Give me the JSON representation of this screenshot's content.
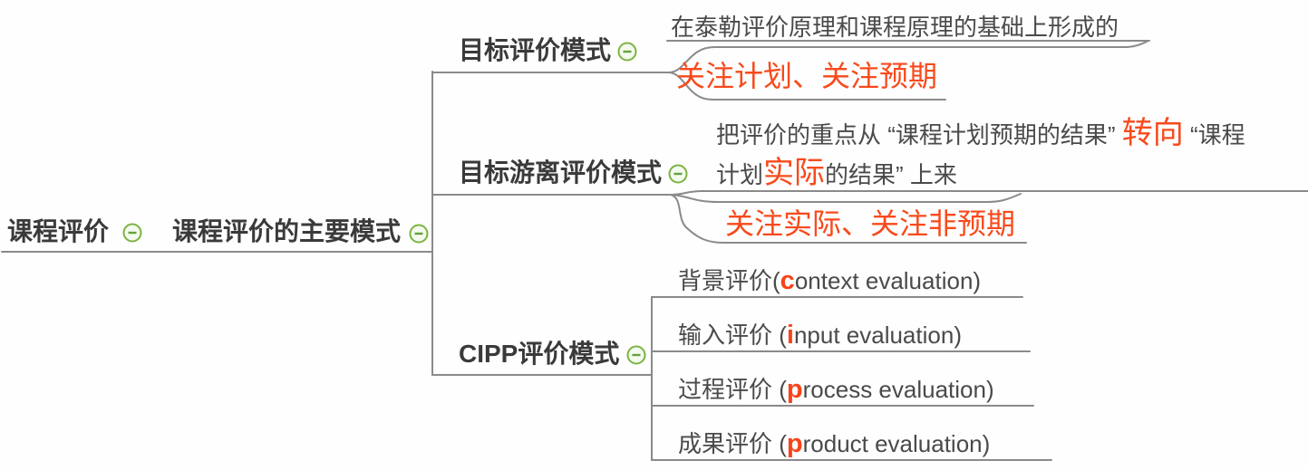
{
  "palette": {
    "accent_red": "#f84a1c",
    "line_gray": "#8a8a8a",
    "icon_green_ring": "#7cb342",
    "icon_green_minus": "#63a33a",
    "title_text": "#3a3a3a",
    "body_text": "#4a4a4a"
  },
  "root": {
    "label": "课程评价"
  },
  "main_topic": {
    "label": "课程评价的主要模式"
  },
  "branches": [
    {
      "label": "目标评价模式",
      "note": "在泰勒评价原理和课程原理的基础上形成的",
      "highlight": "关注计划、关注预期"
    },
    {
      "label": "目标游离评价模式",
      "note_segments": [
        {
          "t": "把评价的重点从 "
        },
        {
          "t": "“课程计划预期的结果” "
        },
        {
          "t": "转向",
          "c": "accent-big"
        },
        {
          "t": " “课程"
        },
        {
          "br": true
        },
        {
          "t": "计划"
        },
        {
          "t": "实际",
          "c": "accent-big"
        },
        {
          "t": "的结果” 上来"
        }
      ],
      "highlight": "关注实际、关注非预期"
    },
    {
      "label": "CIPP评价模式",
      "children": [
        {
          "segments": [
            {
              "t": "背景评价("
            },
            {
              "t": "c",
              "c": "accent-letter"
            },
            {
              "t": "ontext evaluation)"
            }
          ]
        },
        {
          "segments": [
            {
              "t": "输入评价 ("
            },
            {
              "t": "i",
              "c": "accent-letter"
            },
            {
              "t": "nput evaluation)"
            }
          ]
        },
        {
          "segments": [
            {
              "t": "过程评价 ("
            },
            {
              "t": "p",
              "c": "accent-letter"
            },
            {
              "t": "rocess evaluation)"
            }
          ]
        },
        {
          "segments": [
            {
              "t": "成果评价 ("
            },
            {
              "t": "p",
              "c": "accent-letter"
            },
            {
              "t": "roduct evaluation)"
            }
          ]
        }
      ]
    }
  ]
}
